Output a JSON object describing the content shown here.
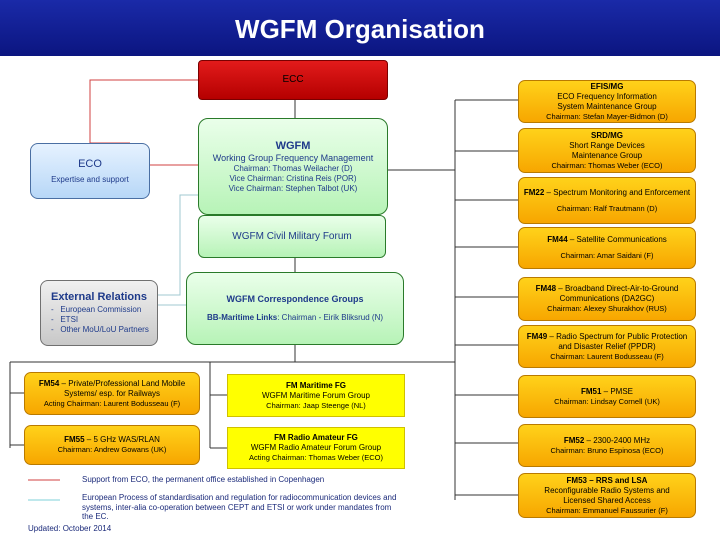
{
  "title": "WGFM Organisation",
  "eco_top": {
    "label": "ECC"
  },
  "wgfm": {
    "name": "WGFM",
    "full": "Working Group Frequency Management",
    "chair": "Chairman: Thomas Weilacher (D)",
    "vice1": "Vice Chairman: Cristina Reis (POR)",
    "vice2": "Vice Chairman: Stephen Talbot (UK)"
  },
  "civil_military": {
    "label": "WGFM Civil Military Forum"
  },
  "eco_side": {
    "name": "ECO",
    "desc": "Expertise and support"
  },
  "external": {
    "name": "External Relations",
    "items": [
      "European Commission",
      "ETSI",
      "Other MoU/LoU Partners"
    ]
  },
  "correspondence": {
    "name": "WGFM Correspondence Groups",
    "bb_label": "BB-Maritime Links",
    "bb_rest": ": Chairman - Eirik Bliksrud (N)"
  },
  "right": [
    {
      "code": "EFIS/MG",
      "l1": "ECO Frequency Information",
      "l2": "System Maintenance Group",
      "chair": "Chairman: Stefan Mayer-Bidmon (D)"
    },
    {
      "code": "SRD/MG",
      "l1": "Short Range Devices",
      "l2": "Maintenance Group",
      "chair": "Chairman: Thomas Weber (ECO)"
    },
    {
      "code": "FM22",
      "desc": " – Spectrum Monitoring and Enforcement",
      "chair": "Chairman: Ralf Trautmann (D)"
    },
    {
      "code": "FM44",
      "desc": " – Satellite Communications",
      "chair": "Chairman: Amar Saidani (F)"
    },
    {
      "code": "FM48",
      "desc": " – Broadband Direct-Air-to-Ground Communications (DA2GC)",
      "chair": "Chairman: Alexey Shurakhov (RUS)"
    },
    {
      "code": "FM49",
      "desc": " – Radio Spectrum for  Public Protection and Disaster Relief (PPDR)",
      "chair": "Chairman: Laurent Bodusseau (F)"
    },
    {
      "code": "FM51",
      "desc": " – PMSE",
      "chair": "Chairman: Lindsay Cornell (UK)"
    },
    {
      "code": "FM52",
      "desc": " – 2300-2400 MHz",
      "chair": "Chairman: Bruno Espinosa (ECO)"
    },
    {
      "code": "FM53 – RRS and LSA",
      "l1": "Reconfigurable Radio Systems and",
      "l2": "Licensed Shared Access",
      "chair": "Chairman: Emmanuel Faussurier (F)"
    }
  ],
  "fm54": {
    "code": "FM54",
    "desc": " – Private/Professional Land Mobile Systems/ esp. for Railways",
    "chair": "Acting Chairman: Laurent Bodusseau (F)"
  },
  "fm55": {
    "code": "FM55",
    "desc": " – 5 GHz WAS/RLAN",
    "chair": "Chairman: Andrew Gowans (UK)"
  },
  "maritime": {
    "code": "FM Maritime FG",
    "full": "WGFM Maritime Forum Group",
    "chair": "Chairman: Jaap Steenge (NL)"
  },
  "radio_amateur": {
    "code": "FM Radio Amateur FG",
    "full": "WGFM Radio Amateur Forum Group",
    "chair": "Acting Chairman: Thomas Weber (ECO)"
  },
  "legend": {
    "red_line": "Support from ECO, the permanent office established in Copenhagen",
    "cyan_line": "European Process of standardisation and regulation for radiocommunication devices and systems, inter-alia co-operation between CEPT and ETSI or work under mandates from the EC."
  },
  "updated": "Updated: October 2014",
  "colors": {
    "header": "#0b1580",
    "ecc": "#d00000",
    "group": "#f7a600",
    "forum": "#ffff00",
    "wgfm": "#b7f3b7",
    "eco": "#b7d7f7",
    "external": "#c8c8c8"
  }
}
